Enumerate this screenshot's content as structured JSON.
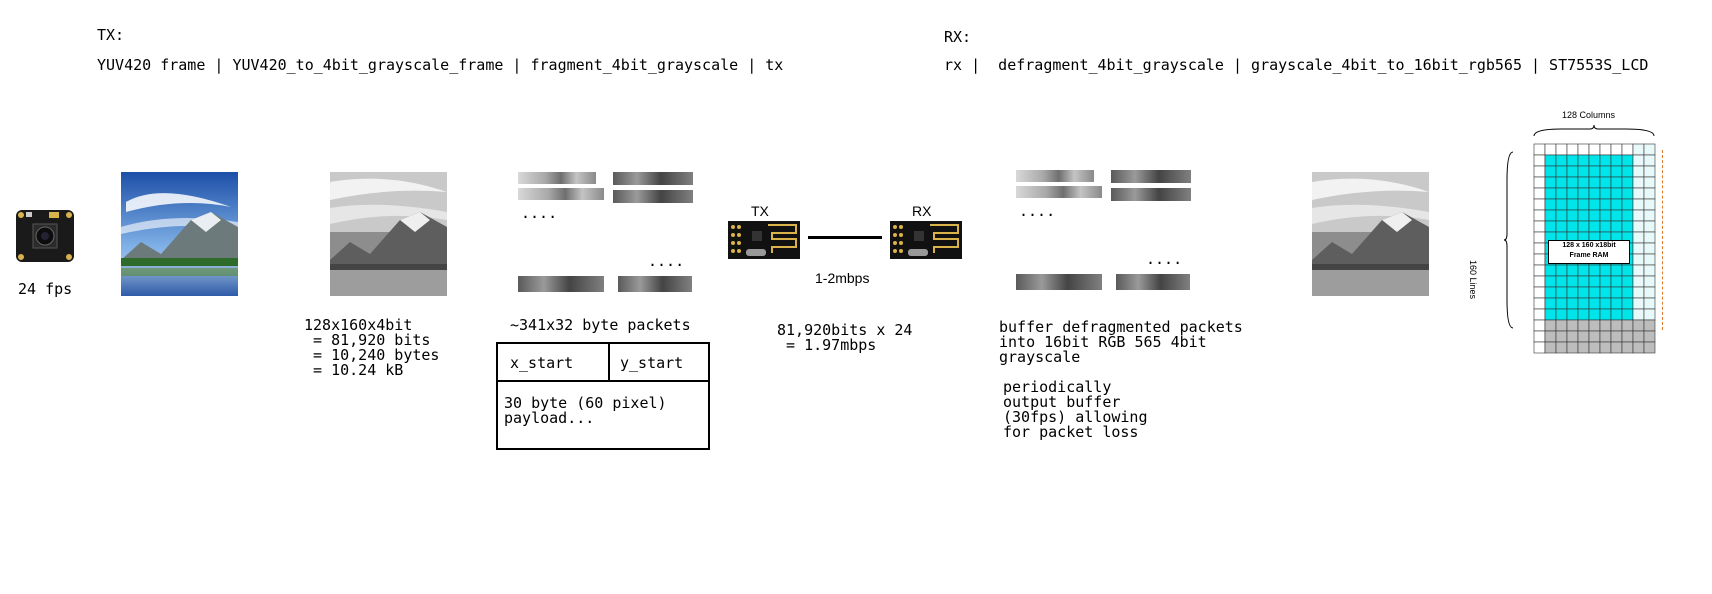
{
  "tx": {
    "heading": "TX:",
    "pipeline": "YUV420 frame | YUV420_to_4bit_grayscale_frame | fragment_4bit_grayscale | tx"
  },
  "rx": {
    "heading": "RX:",
    "pipeline": "rx |  defragment_4bit_grayscale | grayscale_4bit_to_16bit_rgb565 | ST7553S_LCD"
  },
  "camera": {
    "caption": "24 fps"
  },
  "grayscale": {
    "line1": "128x160x4bit",
    "line2": " = 81,920 bits",
    "line3": " = 10,240 bytes",
    "line4": " = 10.24 kB"
  },
  "fragments": {
    "dots_top": "....",
    "dots_bottom": "....",
    "caption": "~341x32 byte packets",
    "packet": {
      "x_start": "x_start",
      "y_start": "y_start",
      "payload_line1": "30 byte (60 pixel)",
      "payload_line2": "payload..."
    }
  },
  "radio": {
    "tx_label": "TX",
    "rx_label": "RX",
    "link_rate": "1-2mbps",
    "calc_line1": "81,920bits x 24",
    "calc_line2": " = 1.97mbps"
  },
  "defrag": {
    "dots_top": "....",
    "dots_bottom": "....",
    "buffer_line1": "buffer defragmented packets",
    "buffer_line2": "into 16bit RGB 565 4bit",
    "buffer_line3": "grayscale",
    "output_line1": "periodically",
    "output_line2": "output buffer",
    "output_line3": "(30fps) allowing",
    "output_line4": "for packet loss"
  },
  "lcd": {
    "columns_label": "128 Columns",
    "lines_label": "160 Lines",
    "ram_line1": "128 x 160 x18bit",
    "ram_line2": "Frame RAM",
    "accent_color": "#00e5ea"
  }
}
